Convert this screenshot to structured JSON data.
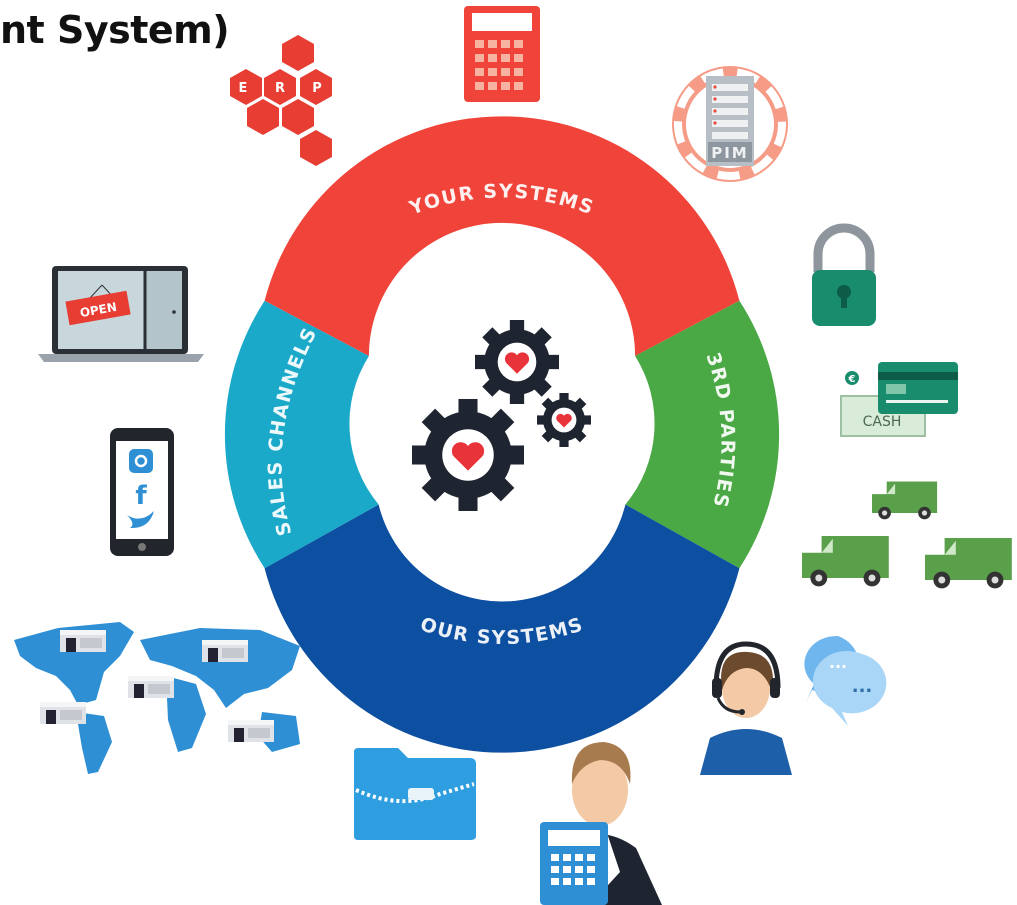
{
  "header": {
    "title": "nt System)"
  },
  "ring": {
    "your_systems": {
      "label": "YOUR SYSTEMS",
      "color": "#f0443a"
    },
    "third_parties": {
      "label": "3RD PARTIES",
      "color": "#4aa845"
    },
    "our_systems": {
      "label": "OUR SYSTEMS",
      "color": "#0d4fa0"
    },
    "sales_channels": {
      "label": "SALES CHANNELS",
      "color": "#1ba9c9"
    }
  },
  "icons": {
    "erp": {
      "letters": [
        "E",
        "R",
        "P"
      ],
      "color": "#e73d33"
    },
    "pim": {
      "label": "PIM"
    },
    "shop": {
      "sign": "OPEN"
    },
    "cash": {
      "label": "CASH",
      "currency": "€"
    },
    "chat": {
      "dots": "..."
    }
  },
  "colors": {
    "gear": "#1f2530",
    "heart": "#e8333a",
    "blue_icon": "#2f8fd4",
    "green_icon": "#5aa04a"
  }
}
